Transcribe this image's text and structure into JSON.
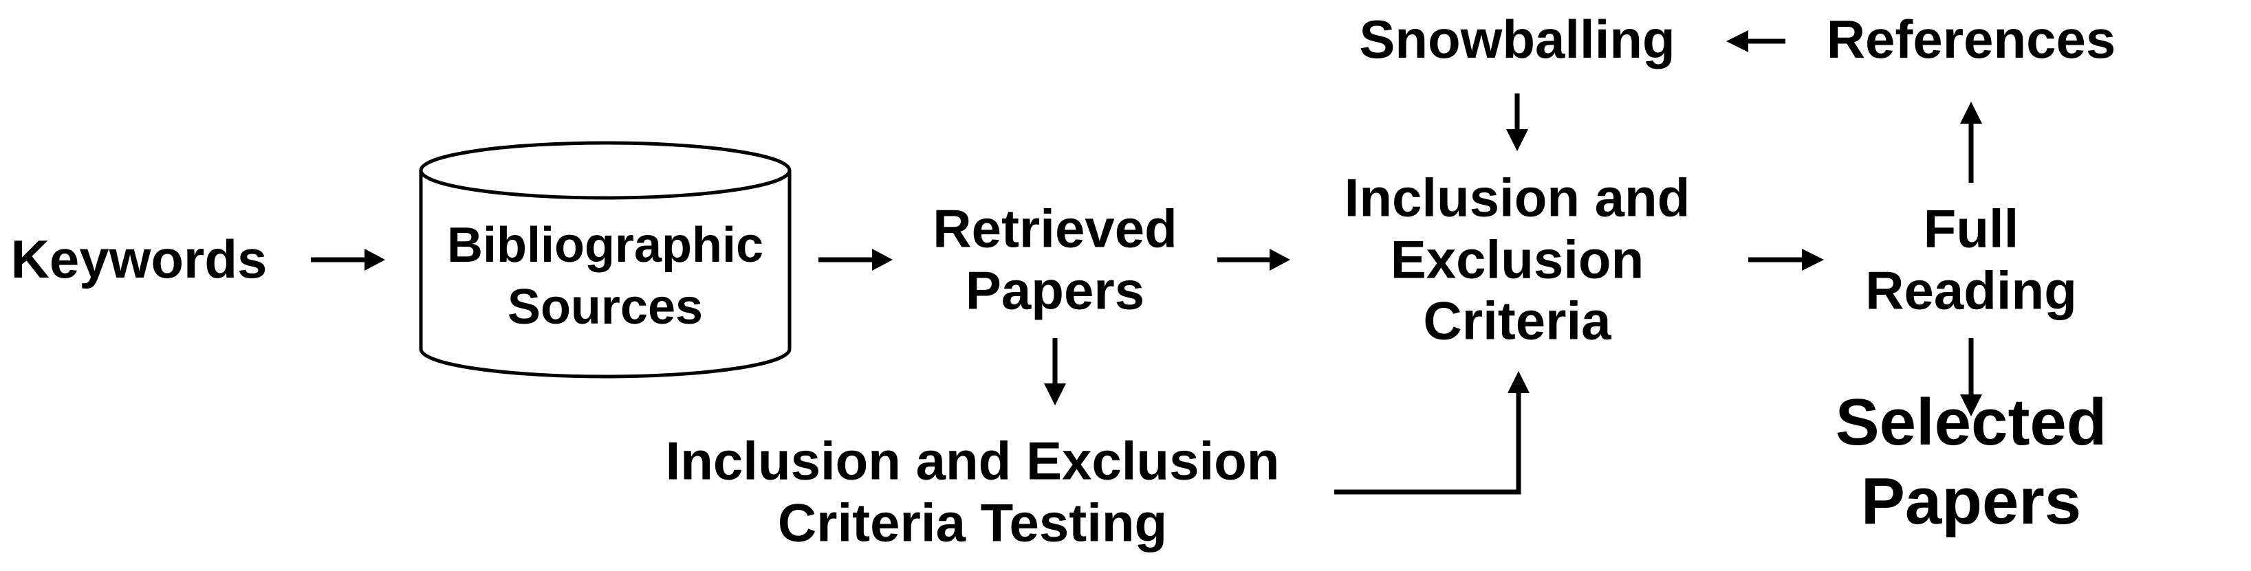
{
  "diagram": {
    "colors": {
      "stroke": "#000000",
      "fill": "#ffffff",
      "text": "#000000"
    },
    "nodes": {
      "keywords": "Keywords",
      "bibliographic_sources": "Bibliographic\nSources",
      "retrieved_papers": "Retrieved\nPapers",
      "inclusion_testing": "Inclusion and Exclusion\nCriteria Testing",
      "inclusion_criteria": "Inclusion and\nExclusion\nCriteria",
      "snowballing": "Snowballing",
      "references": "References",
      "full_reading": "Full\nReading",
      "selected_papers": "Selected Papers"
    },
    "edges": [
      {
        "from": "keywords",
        "to": "bibliographic_sources"
      },
      {
        "from": "bibliographic_sources",
        "to": "retrieved_papers"
      },
      {
        "from": "retrieved_papers",
        "to": "inclusion_criteria"
      },
      {
        "from": "retrieved_papers",
        "to": "inclusion_testing"
      },
      {
        "from": "inclusion_testing",
        "to": "inclusion_criteria"
      },
      {
        "from": "inclusion_criteria",
        "to": "full_reading"
      },
      {
        "from": "full_reading",
        "to": "references"
      },
      {
        "from": "references",
        "to": "snowballing"
      },
      {
        "from": "snowballing",
        "to": "inclusion_criteria"
      },
      {
        "from": "full_reading",
        "to": "selected_papers"
      }
    ]
  }
}
